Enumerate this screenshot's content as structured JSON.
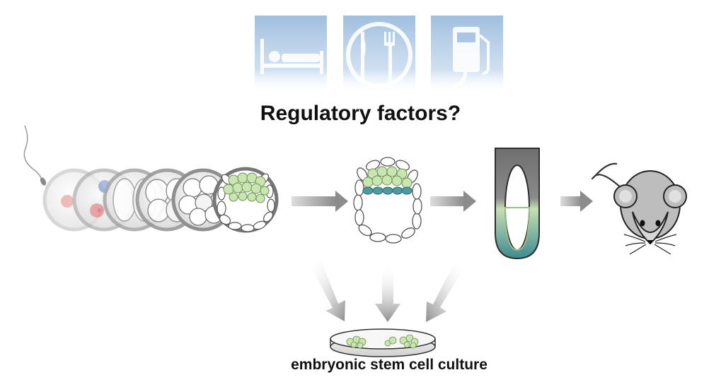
{
  "title": "Regulatory factors?",
  "caption": "embryonic stem cell culture",
  "icons": [
    {
      "name": "bed-icon",
      "meaning": "sleep"
    },
    {
      "name": "plate-fork-knife-icon",
      "meaning": "food"
    },
    {
      "name": "fuel-pump-icon",
      "meaning": "fuel"
    }
  ],
  "colors": {
    "icon_tile": "#8fb3d9",
    "inner_cell_mass": "#c9e6b0",
    "epiblast_green": "#b9dca2",
    "hypoblast_teal": "#4f9aa0",
    "pronucleus_red": "#e38e8e",
    "pronucleus_blue": "#8ea8d8",
    "mouse_gray": "#bdbdbd",
    "arrow_gray": "#999999"
  }
}
